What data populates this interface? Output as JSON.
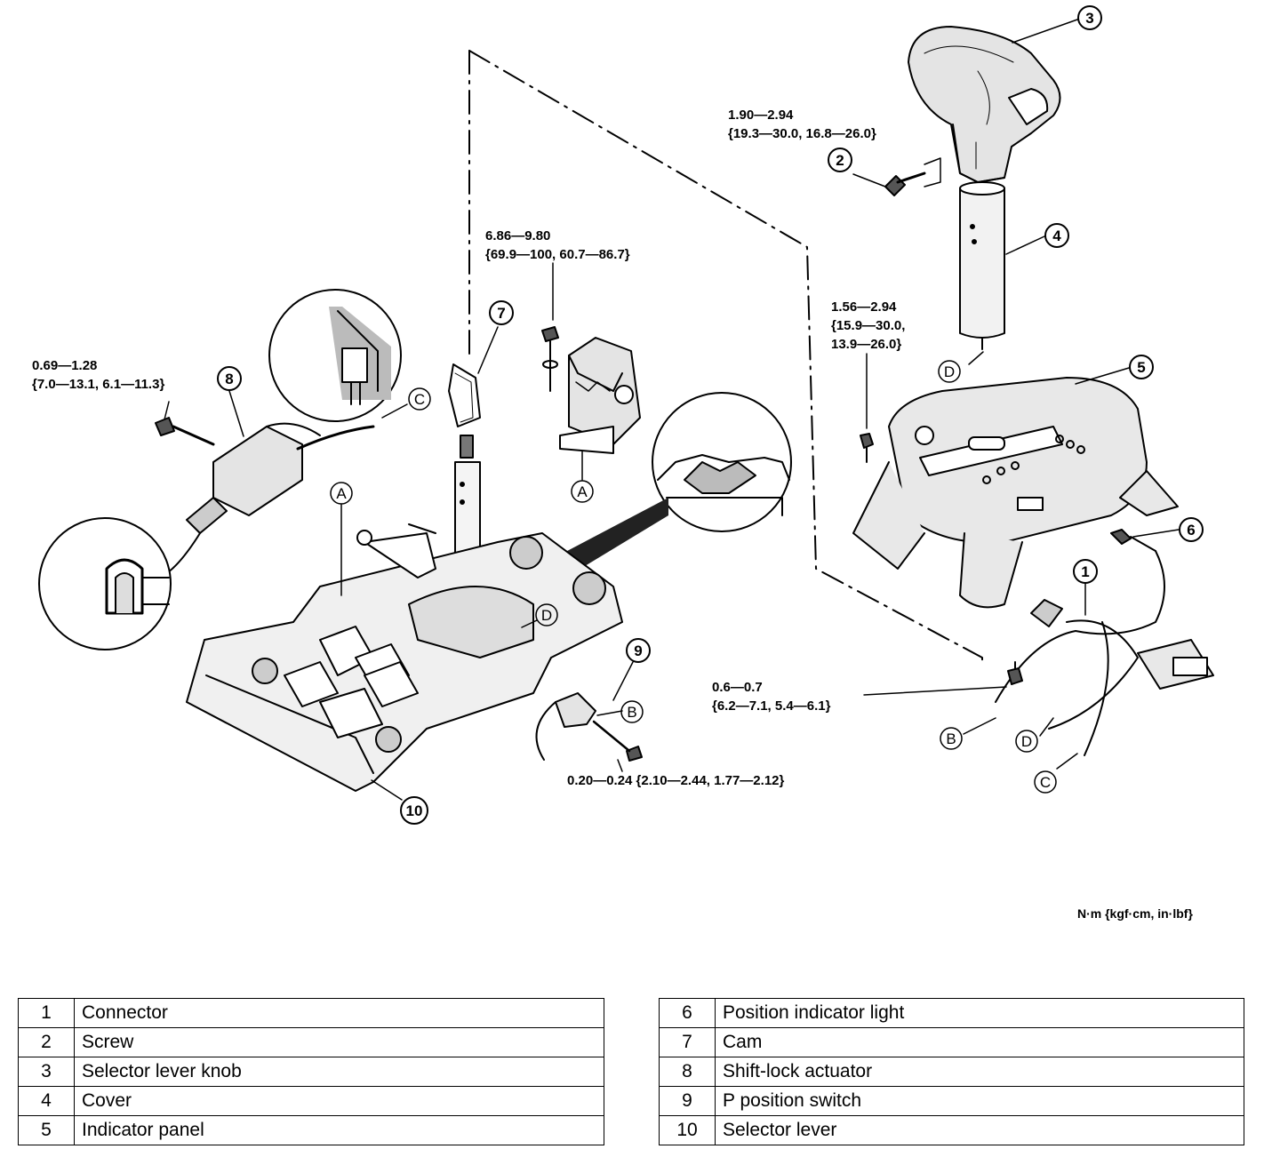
{
  "torque": {
    "screw_knob": [
      "1.90—2.94",
      "{19.3—30.0, 16.8—26.0}"
    ],
    "bolt_actuator": [
      "0.69—1.28",
      "{7.0—13.1, 6.1—11.3}"
    ],
    "bolt_bracket": [
      "6.86—9.80",
      "{69.9—100, 60.7—86.7}"
    ],
    "screw_panel": [
      "1.56—2.94",
      "{15.9—30.0,",
      "13.9—26.0}"
    ],
    "screw_connector": [
      "0.6—0.7",
      "{6.2—7.1, 5.4—6.1}"
    ],
    "screw_switch": "0.20—0.24 {2.10—2.44, 1.77—2.12}"
  },
  "callouts": {
    "c1": "1",
    "c2": "2",
    "c3": "3",
    "c4": "4",
    "c5": "5",
    "c6": "6",
    "c7": "7",
    "c8": "8",
    "c9": "9",
    "c10": "10"
  },
  "letters": {
    "a": "A",
    "b": "B",
    "c": "C",
    "d": "D"
  },
  "units": "N·m {kgf·cm, in·lbf}",
  "legend": {
    "left": [
      {
        "num": "1",
        "name": "Connector"
      },
      {
        "num": "2",
        "name": "Screw"
      },
      {
        "num": "3",
        "name": "Selector lever knob"
      },
      {
        "num": "4",
        "name": "Cover"
      },
      {
        "num": "5",
        "name": "Indicator panel"
      }
    ],
    "right": [
      {
        "num": "6",
        "name": "Position indicator light"
      },
      {
        "num": "7",
        "name": "Cam"
      },
      {
        "num": "8",
        "name": "Shift-lock actuator"
      },
      {
        "num": "9",
        "name": "P position switch"
      },
      {
        "num": "10",
        "name": "Selector lever"
      }
    ]
  }
}
